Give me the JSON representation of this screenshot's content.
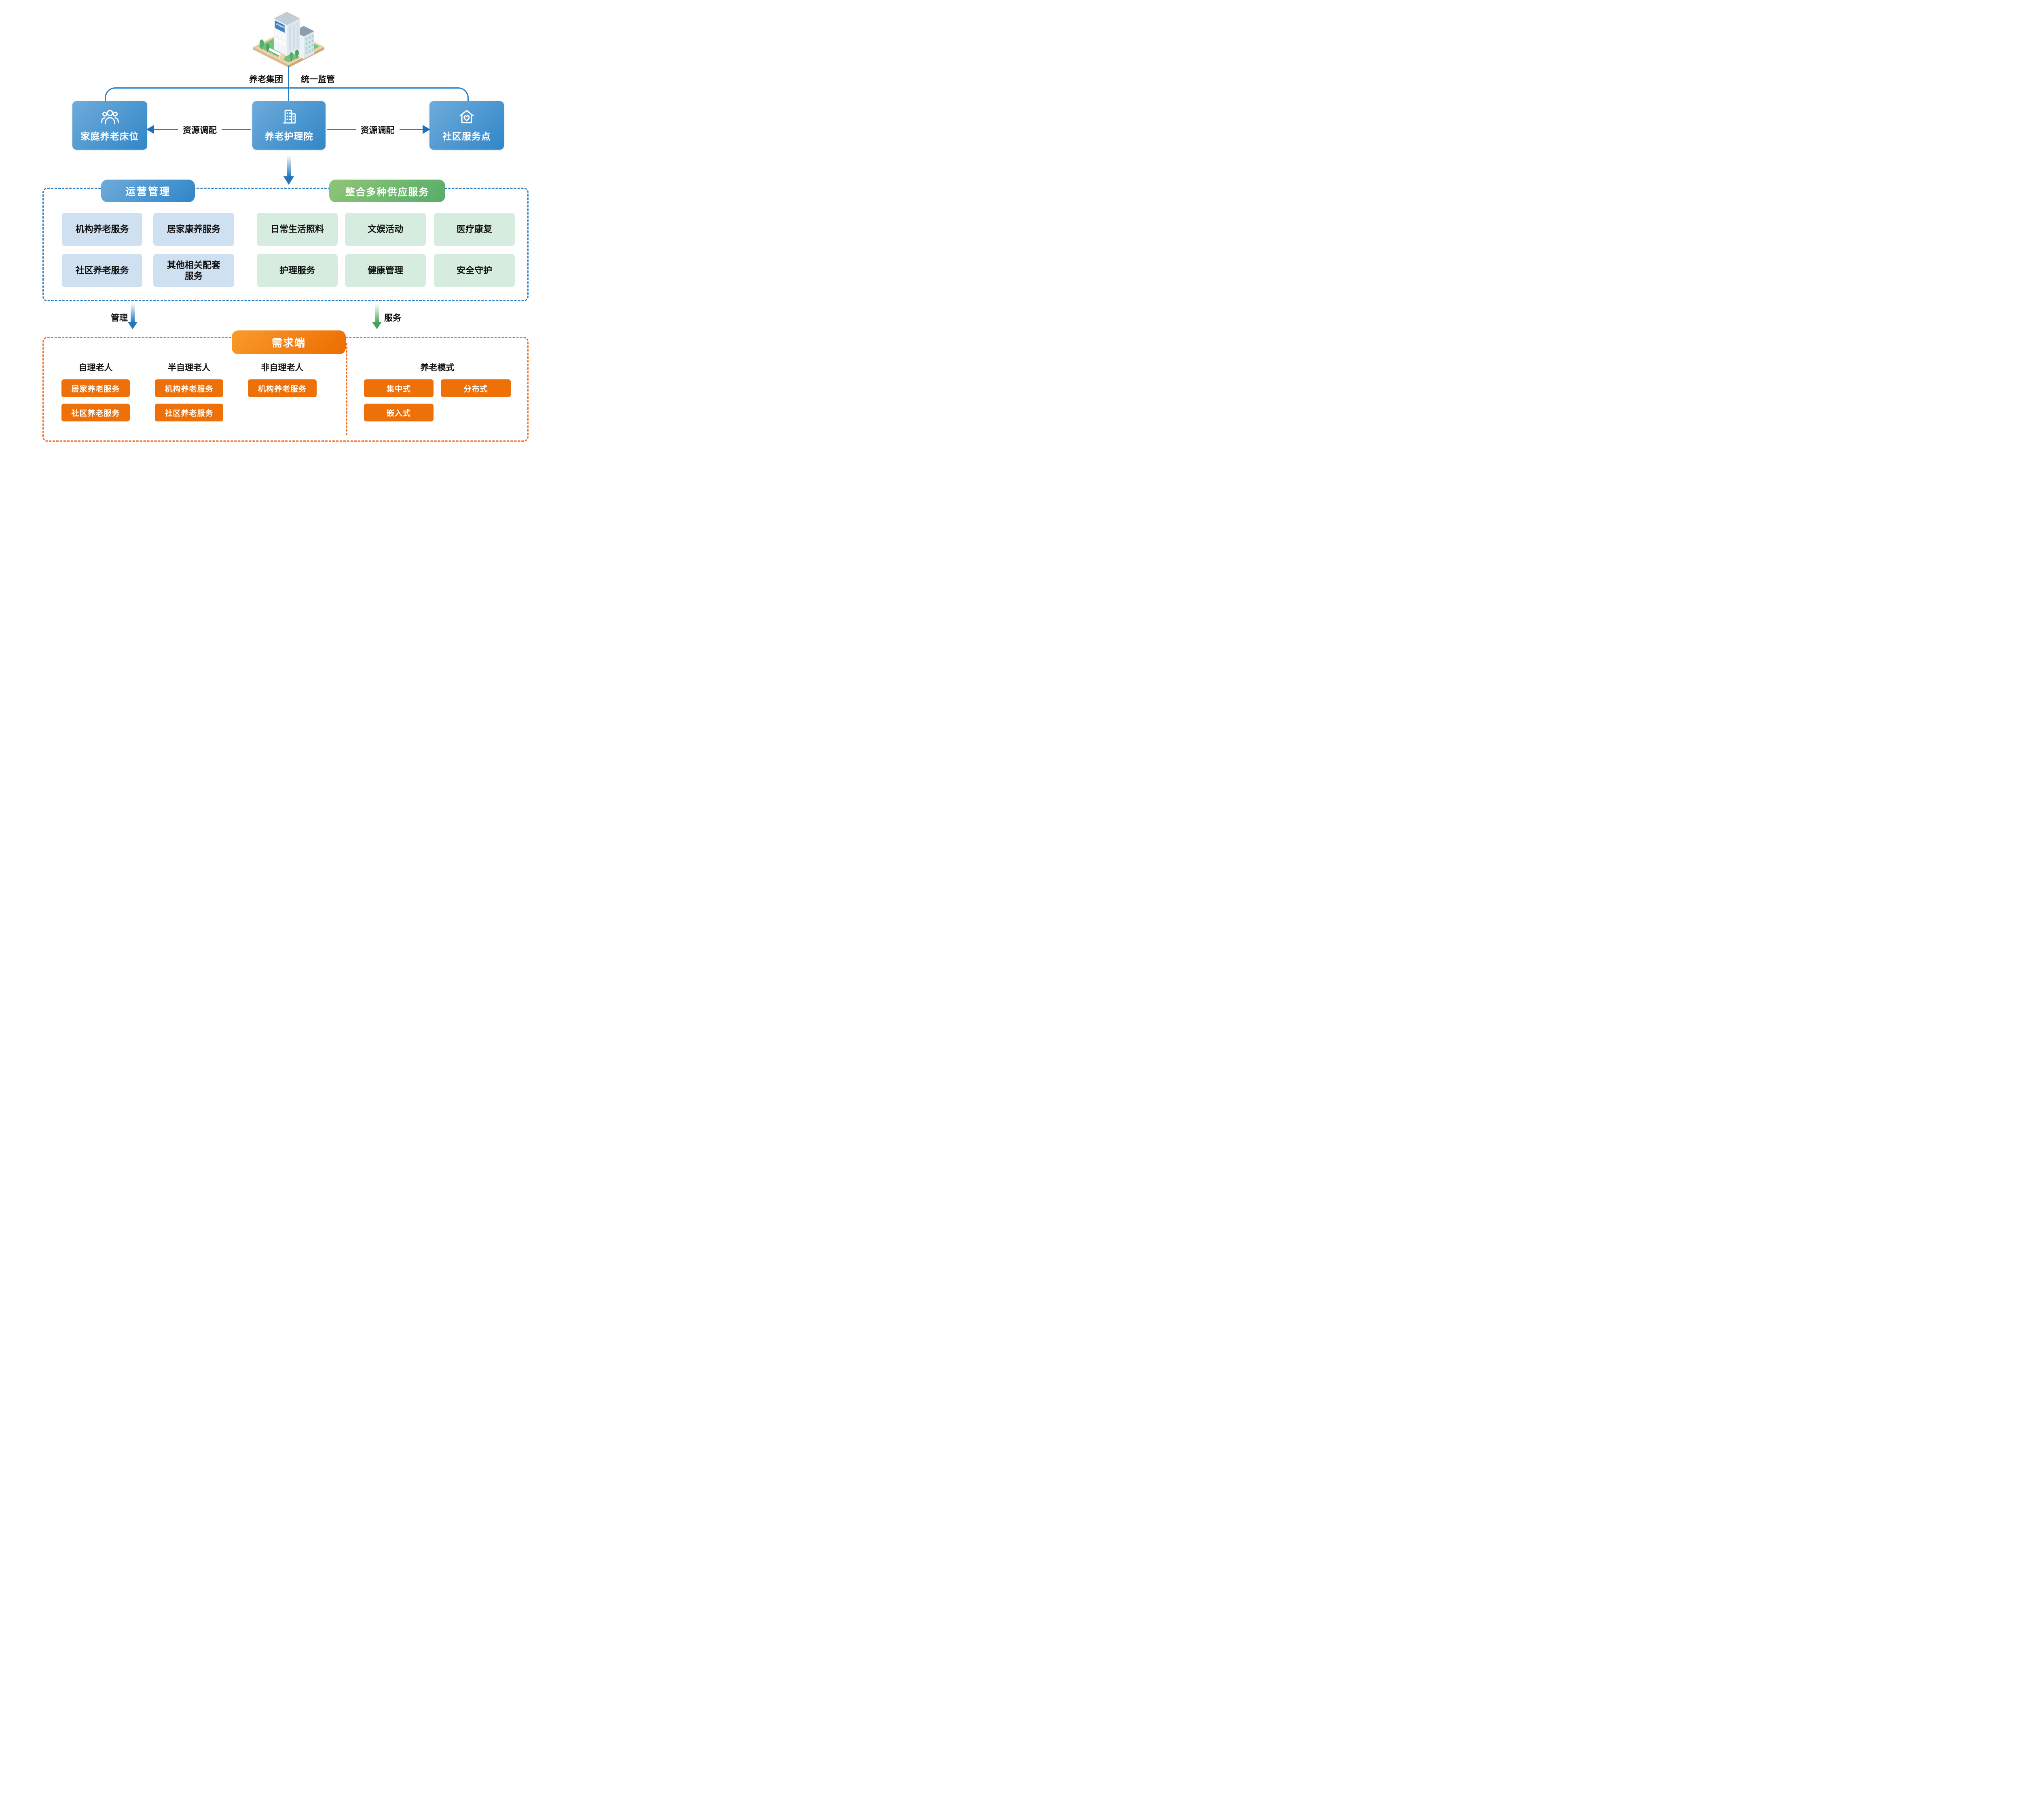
{
  "page": {
    "background": "#ffffff"
  },
  "colors": {
    "line_blue": "#2a80c4",
    "node_gradient_start": "#6fabda",
    "node_gradient_end": "#3087c8",
    "green_gradient_start": "#90c577",
    "green_gradient_end": "#57ad69",
    "orange_gradient_start": "#f99b2d",
    "orange_gradient_end": "#ec6c00",
    "light_blue": "#cfe0f1",
    "light_green": "#d5ecdf",
    "orange_solid": "#ee7008",
    "dashed_blue": "#2b7fc2",
    "dashed_orange": "#ee7124",
    "arrow_green": "#52a863"
  },
  "top": {
    "building_sign": "BUILDING",
    "group_label": "养老集团",
    "supervise_label": "统一监管",
    "resource_left": "资源调配",
    "resource_right": "资源调配",
    "nodes": [
      {
        "label": "家庭养老床位",
        "icon": "people-group-icon"
      },
      {
        "label": "养老护理院",
        "icon": "buildings-icon"
      },
      {
        "label": "社区服务点",
        "icon": "house-heart-icon"
      }
    ]
  },
  "supply": {
    "management_header": "运营管理",
    "services_header": "整合多种供应服务",
    "management_items": [
      "机构养老服务",
      "居家康养服务",
      "社区养老服务",
      "其他相关配套服务"
    ],
    "service_items": [
      "日常生活照料",
      "文娱活动",
      "医疗康复",
      "护理服务",
      "健康管理",
      "安全守护"
    ]
  },
  "flow": {
    "manage_label": "管理",
    "serve_label": "服务"
  },
  "demand": {
    "header": "需求端",
    "groups": [
      {
        "title": "自理老人",
        "items": [
          "居家养老服务",
          "社区养老服务"
        ]
      },
      {
        "title": "半自理老人",
        "items": [
          "机构养老服务",
          "社区养老服务"
        ]
      },
      {
        "title": "非自理老人",
        "items": [
          "机构养老服务"
        ]
      }
    ],
    "mode": {
      "title": "养老模式",
      "items": [
        "集中式",
        "分布式",
        "嵌入式"
      ]
    }
  }
}
